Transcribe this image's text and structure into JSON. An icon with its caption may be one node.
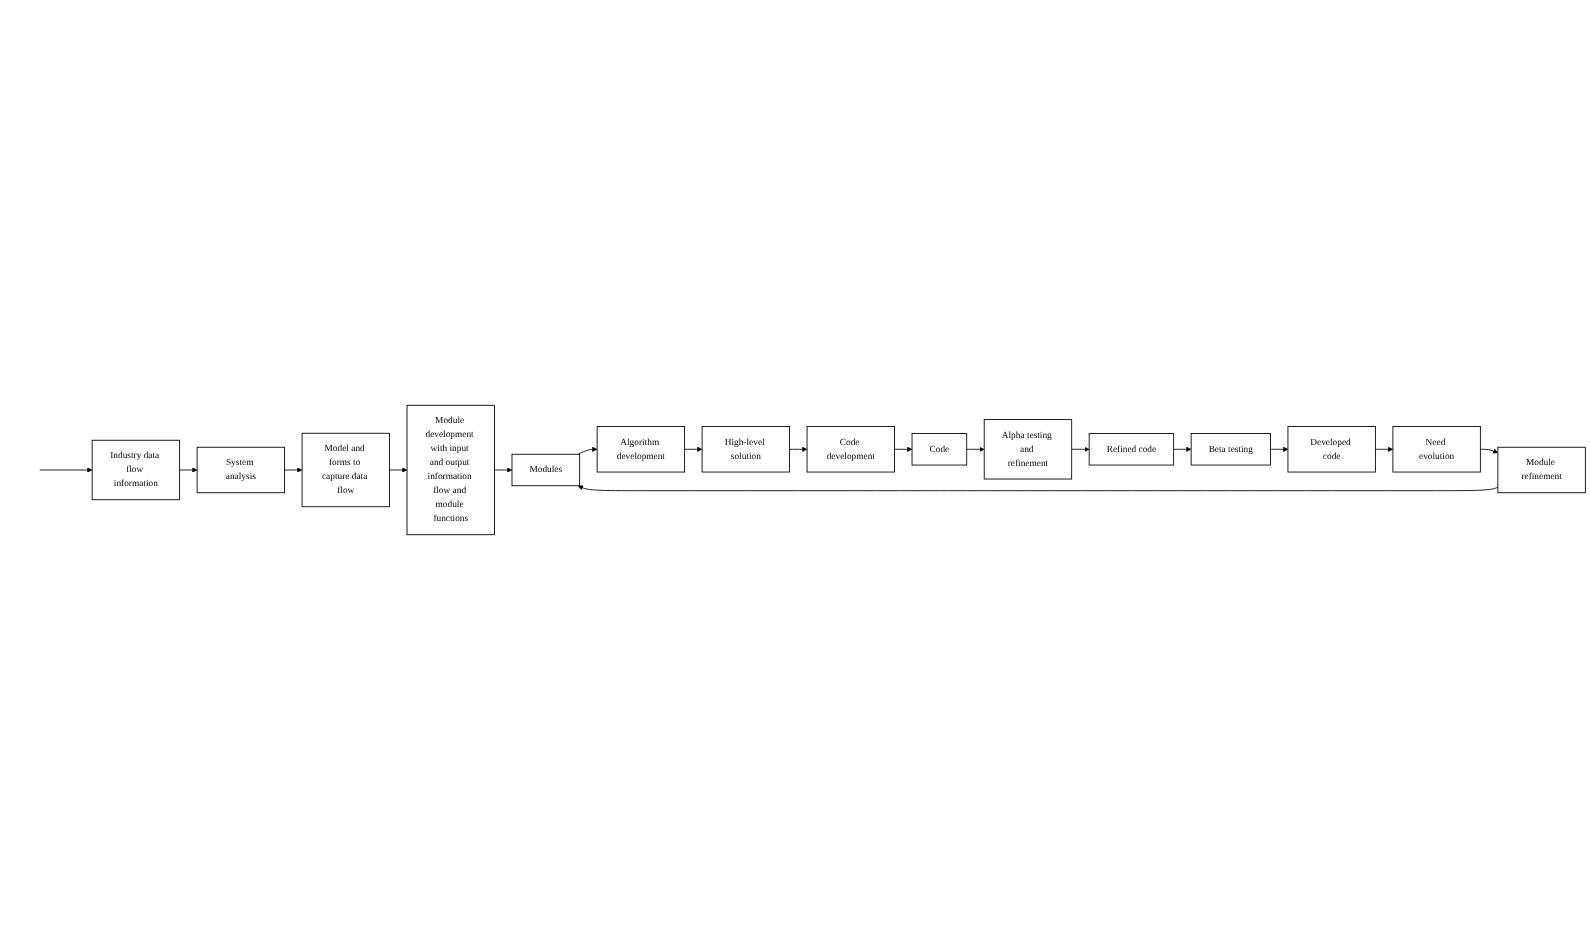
{
  "diagram": {
    "nodes": [
      {
        "text": [
          "Industry data flow information"
        ]
      },
      {
        "text": [
          "System analysis"
        ]
      },
      {
        "text": [
          "Model and forms to capture data flow"
        ]
      },
      {
        "text": [
          "Module refinement"
        ]
      },
      {
        "text": [
          "Module development with input and output information flow and module functions"
        ]
      },
      {
        "text": [
          "Algorithm development"
        ]
      },
      {
        "text": [
          "Modules"
        ]
      },
      {
        "text": [
          "High-level solution"
        ]
      },
      {
        "text": [
          "Code development"
        ]
      },
      {
        "text": [
          "Code"
        ]
      },
      {
        "text": [
          "Alpha testing and refinement"
        ]
      },
      {
        "text": [
          "Need evolution"
        ]
      },
      {
        "text": [
          "Developed code"
        ]
      },
      {
        "text": [
          "Beta testing"
        ]
      },
      {
        "text": [
          "Refined code"
        ]
      }
    ],
    "edges": [
      {
        "from": null,
        "to": 0,
        "arrow": "to"
      },
      {
        "from": 0,
        "to": 1,
        "arrow": "to"
      },
      {
        "from": 1,
        "to": 2,
        "arrow": "to"
      },
      {
        "from": 2,
        "to": 4,
        "arrow": "to"
      },
      {
        "from": 4,
        "to": 6,
        "arrow": "to"
      },
      {
        "from": 3,
        "to": 6,
        "arrow": "to"
      },
      {
        "from": 6,
        "to": 5,
        "arrow": "to"
      },
      {
        "from": 5,
        "to": 7,
        "arrow": "to"
      },
      {
        "from": 7,
        "to": 8,
        "arrow": "to"
      },
      {
        "from": 8,
        "to": 9,
        "arrow": "to"
      },
      {
        "from": 9,
        "to": 10,
        "arrow": "to"
      },
      {
        "from": 10,
        "to": 14,
        "arrow": "to"
      },
      {
        "from": 14,
        "to": 13,
        "arrow": "to"
      },
      {
        "from": 13,
        "to": 12,
        "arrow": "to"
      },
      {
        "from": 12,
        "to": 11,
        "arrow": "to"
      },
      {
        "from": 11,
        "to": 3,
        "arrow": "to"
      }
    ]
  }
}
